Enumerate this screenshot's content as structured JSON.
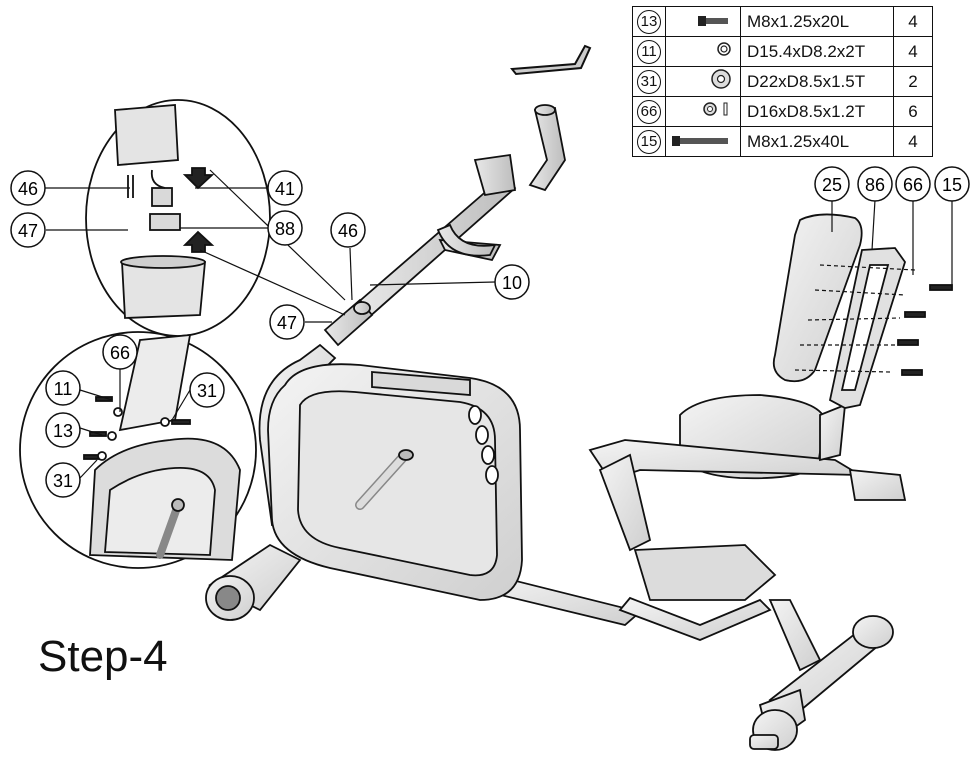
{
  "step_label": "Step-4",
  "parts_table": [
    {
      "number": "13",
      "icon": "bolt-short-icon",
      "spec": "M8x1.25x20L",
      "qty": "4"
    },
    {
      "number": "11",
      "icon": "washer-small-icon",
      "spec": "D15.4xD8.2x2T",
      "qty": "4"
    },
    {
      "number": "31",
      "icon": "washer-large-icon",
      "spec": "D22xD8.5x1.5T",
      "qty": "2"
    },
    {
      "number": "66",
      "icon": "spring-washer-icon",
      "spec": "D16xD8.5x1.2T",
      "qty": "6"
    },
    {
      "number": "15",
      "icon": "bolt-long-icon",
      "spec": "M8x1.25x40L",
      "qty": "4"
    }
  ],
  "callouts": {
    "c46_top": "46",
    "c41": "41",
    "c47_top": "47",
    "c88": "88",
    "c46_mid": "46",
    "c10": "10",
    "c47_mid": "47",
    "c25": "25",
    "c86": "86",
    "c66_right": "66",
    "c15_right": "15",
    "c66_detail": "66",
    "c11_detail": "11",
    "c31_detail_top": "31",
    "c13_detail": "13",
    "c31_detail_bottom": "31"
  }
}
